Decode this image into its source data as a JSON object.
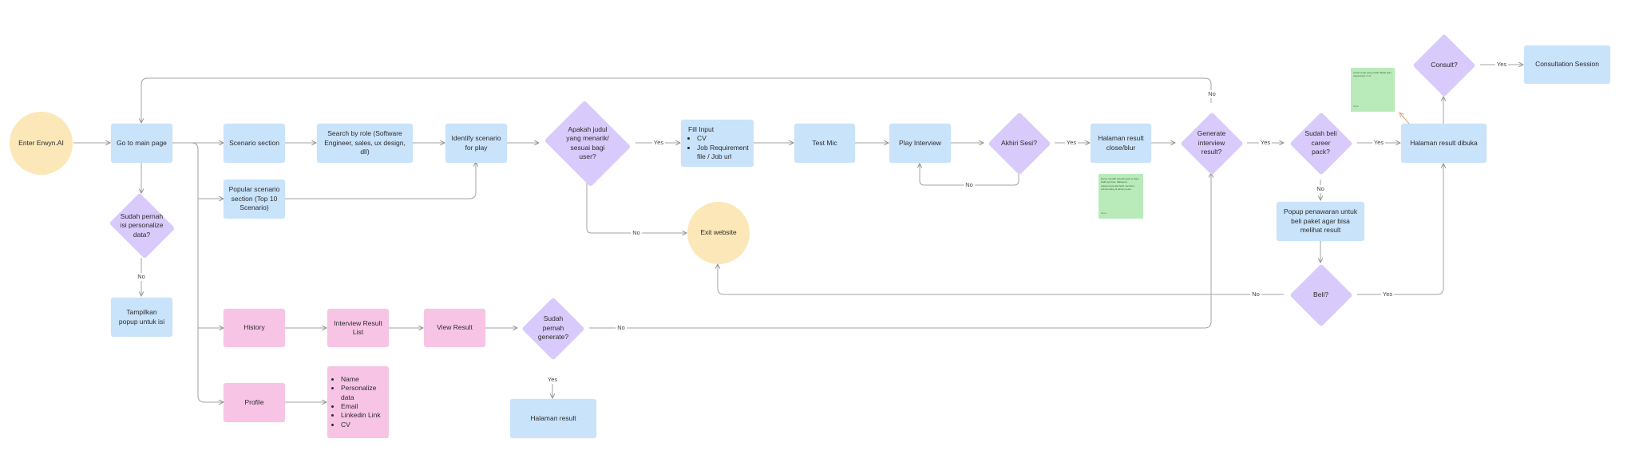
{
  "nodes": {
    "enter": "Enter Erwyn.AI",
    "main_page": "Go to main page",
    "scenario_section": "Scenario section",
    "search_role": "Search by role (Software Engineer, sales, ux design, dll)",
    "identify": "Identify scenario for play",
    "apakah": "Apakah judul yang menarik/ sesuai bagi user?",
    "fill_input_title": "Fill Input",
    "fill_input_items": [
      "CV",
      "Job Requirement file / Job url"
    ],
    "test_mic": "Test Mic",
    "play_interview": "Play Interview",
    "akhiri": "Akhiri Sesi?",
    "halaman_close": "Halaman result close/blur",
    "generate": "Generate interview result?",
    "sudah_beli": "Sudah beli career pack?",
    "halaman_dibuka": "Halaman result dibuka",
    "consult": "Consult?",
    "consultation": "Consultation Session",
    "popular": "Popular scenario section (Top 10 Scenario)",
    "exit": "Exit website",
    "sudah_pernah_isi": "Sudah pernah isi personalize data?",
    "tampilkan": "Tampilkan popup untuk isi",
    "history": "History",
    "interview_result_list": "Interview Result List",
    "view_result": "View Result",
    "sudah_generate": "Sudah pernah generate?",
    "halaman_result": "Halaman result",
    "profile": "Profile",
    "profile_items": [
      "Name",
      "Personalize data",
      "Email",
      "Linkedin Link",
      "CV"
    ],
    "popup_penawaran": "Popup penawaran untuk beli paket agar bisa melihat result",
    "beli": "Beli?"
  },
  "labels": {
    "yes": "Yes",
    "no": "No"
  },
  "stickies": {
    "note1_text": "Untuk result yang sudah dilihat atau reguestnya >1 hi",
    "note1_sig": "Nama",
    "note2_text": "Harus memilih terlebih pack to login. Halhmya bisa. Walaupun sebelumnya ada bukti membeli, submit ulang di tanda ya ayo",
    "note2_sig": "Nama"
  },
  "colors": {
    "process_blue": "#c9e3fb",
    "nav_pink": "#f7c4e6",
    "terminal_yellow": "#fbe7b7",
    "decision_purple": "#d8cbfb",
    "sticky_green": "#b8ebb9",
    "connector": "#9a9a9a"
  }
}
